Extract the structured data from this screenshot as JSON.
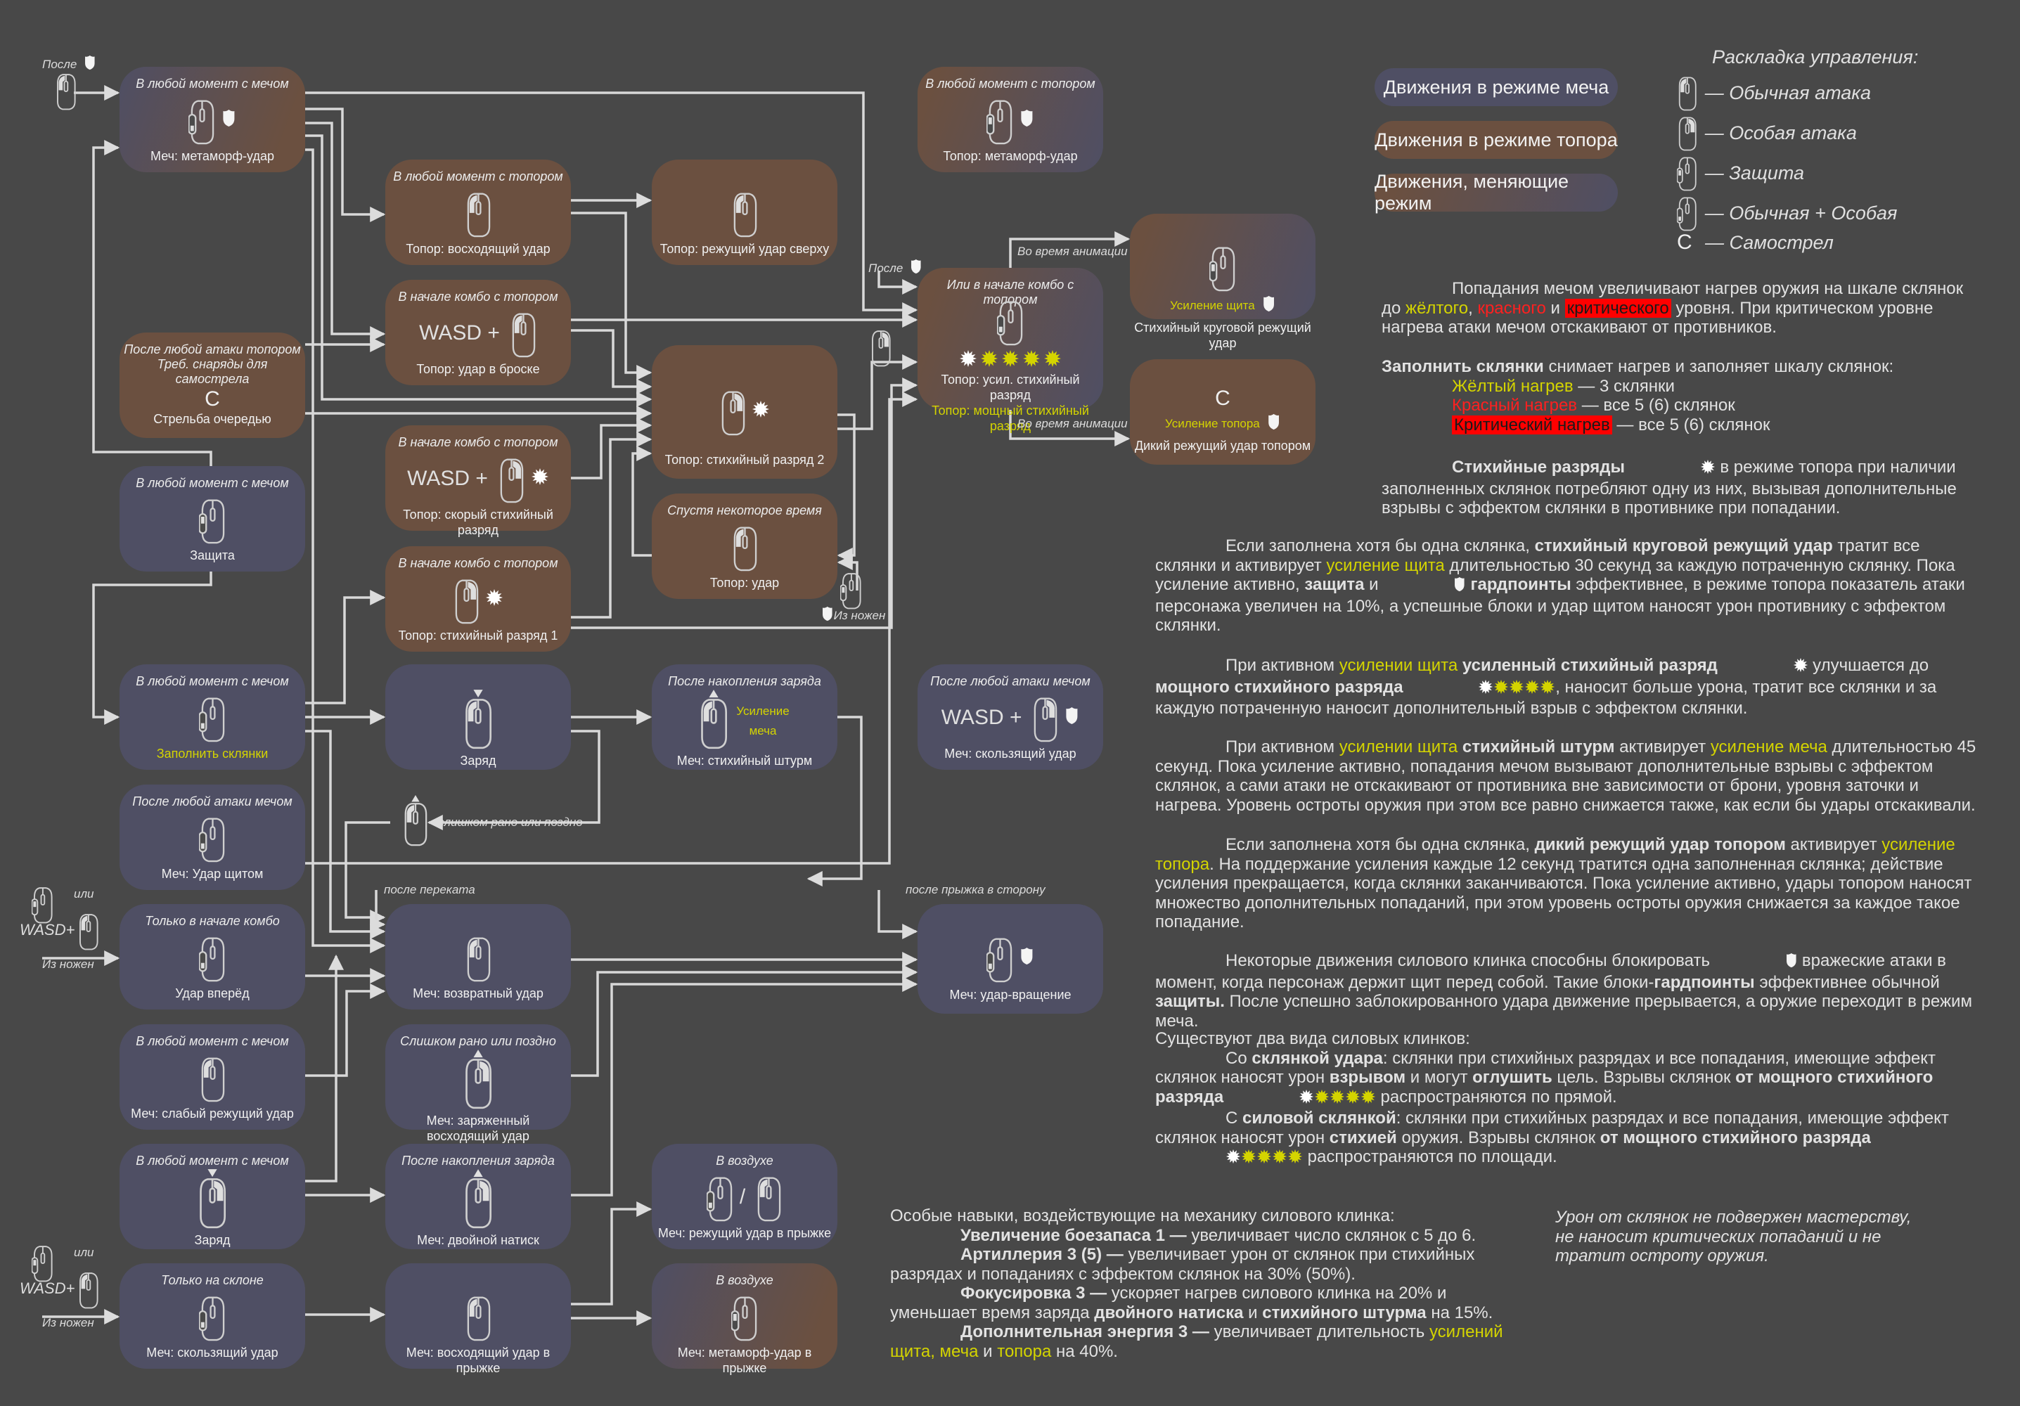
{
  "legend": {
    "modes": [
      "Движения в режиме меча",
      "Движения в режиме топора",
      "Движения, меняющие режим"
    ],
    "controls_title": "Раскладка управления:",
    "controls": [
      {
        "icon": "mouse-left-icon",
        "label": "— Обычная атака"
      },
      {
        "icon": "mouse-right-icon",
        "label": "— Особая атака"
      },
      {
        "icon": "mouse-defend-icon",
        "label": "— Защита"
      },
      {
        "icon": "mouse-combo-icon",
        "label": "— Обычная + Особая"
      },
      {
        "key": "C",
        "label": "— Самострел"
      }
    ]
  },
  "colors": {
    "sword": "#4f4f64",
    "axe": "#6b5040",
    "accent_yellow": "#d4d400",
    "red": "#ff2020",
    "background": "#484848"
  },
  "nodes": [
    {
      "mode": "s2a",
      "cond": "В любой момент с мечом",
      "icon": "combo",
      "shield": true,
      "label": "Меч: метаморф-удар"
    },
    {
      "mode": "axe",
      "cond": "После любой атаки топором",
      "cond2": "Треб. снаряды для самострела",
      "key": "C",
      "label": "Стрельба очередью"
    },
    {
      "mode": "sword",
      "cond": "В любой момент с мечом",
      "icon": "defend",
      "label": "Защита"
    },
    {
      "mode": "sword",
      "cond": "В любой момент с мечом",
      "icon": "combo",
      "ylabel": "Заполнить склянки"
    },
    {
      "mode": "sword",
      "cond": "После любой атаки мечом",
      "icon": "combo",
      "label": "Меч: Удар щитом"
    },
    {
      "mode": "sword",
      "cond": "Только в начале комбо",
      "icon": "combo",
      "label": "Удар вперёд"
    },
    {
      "mode": "sword",
      "cond": "В любой момент с мечом",
      "icon": "left",
      "label": "Меч: слабый режущий удар"
    },
    {
      "mode": "sword",
      "cond": "В любой момент с мечом",
      "icon": "right",
      "arrow": "down",
      "label": "Заряд"
    },
    {
      "mode": "sword",
      "cond": "Только на склоне",
      "icon": "combo",
      "label": "Меч: скользящий удар"
    },
    {
      "mode": "axe",
      "cond": "В любой момент с топором",
      "icon": "left",
      "label": "Топор: восходящий удар"
    },
    {
      "mode": "axe",
      "cond": "В начале комбо с топором",
      "keys": "WASD +",
      "icon": "left",
      "label": "Топор: удар в броске"
    },
    {
      "mode": "axe",
      "cond": "В начале комбо с топором",
      "keys": "WASD +",
      "icon": "right",
      "star": true,
      "label": "Топор: скорый стихийный разряд"
    },
    {
      "mode": "axe",
      "cond": "В начале комбо с топором",
      "icon": "right",
      "star": true,
      "label": "Топор: стихийный разряд 1"
    },
    {
      "mode": "sword",
      "icon": "left",
      "arrow": "down",
      "label": "Заряд"
    },
    {
      "mode": "sword",
      "icon": "left",
      "label": "Меч: возвратный удар"
    },
    {
      "mode": "sword",
      "cond": "Слишком рано или поздно",
      "icon": "right",
      "arrow": "up",
      "label": "Меч: заряженный восходящий удар"
    },
    {
      "mode": "sword",
      "cond": "После накопления заряда",
      "icon": "right",
      "arrow": "up",
      "label": "Меч: двойной натиск"
    },
    {
      "mode": "sword",
      "icon": "left",
      "label": "Меч: восходящий удар в прыжке"
    },
    {
      "mode": "axe",
      "icon": "left",
      "label": "Топор: режущий удар сверху"
    },
    {
      "mode": "axe",
      "icon": "right",
      "star": true,
      "label": "Топор: стихийный разряд 2"
    },
    {
      "mode": "axe",
      "cond": "Спустя некоторое время",
      "icon": "left",
      "label": "Топор: удар"
    },
    {
      "mode": "sword",
      "cond": "После накопления заряда",
      "icon": "left",
      "arrow": "up",
      "side": "Усиление меча",
      "label": "Меч: стихийный штурм"
    },
    {
      "mode": "sword",
      "cond": "В воздухе",
      "icon": "combo",
      "alt_sep": "/",
      "icon2": "left",
      "label": "Меч: режущий удар в прыжке"
    },
    {
      "mode": "s2a",
      "cond": "В воздухе",
      "icon": "defend",
      "label": "Меч: метаморф-удар в прыжке"
    },
    {
      "mode": "a2s",
      "cond": "В любой момент с топором",
      "icon": "defend",
      "shield": true,
      "label": "Топор: метаморф-удар"
    },
    {
      "mode": "a2s",
      "cond": "Или в начале комбо с топором",
      "icon": "combo",
      "stars5": true,
      "label": "Топор: усил. стихийный разряд",
      "ylabel": "Топор: мощный стихийный разряд"
    },
    {
      "mode": "sword",
      "cond": "После любой атаки мечом",
      "keys": "WASD +",
      "icon": "right",
      "shield": true,
      "label": "Меч: скользящий удар"
    },
    {
      "mode": "sword",
      "icon": "combo",
      "shield": true,
      "label": "Меч: удар-вращение"
    },
    {
      "mode": "a2s",
      "icon": "defend",
      "boost": "Усиление щита",
      "label": "Стихийный круговой режущий удар"
    },
    {
      "mode": "axe",
      "key": "C",
      "boost": "Усиление топора",
      "label": "Дикий режущий удар топором"
    }
  ],
  "annotations": [
    "После",
    "После",
    "Во время анимации",
    "Во время анимации",
    "Из ножен",
    "слишком рано или поздно",
    "после переката",
    "после прыжка в сторону",
    "или",
    "WASD+",
    "Из ножен",
    "или",
    "WASD+",
    "Из ножен"
  ],
  "notes": [
    [
      [
        "Попадания мечом увеличивают нагрев оружия на шкале склянок до ",
        {
          "y": "жёлтого"
        },
        ", ",
        {
          "r": "красного"
        },
        " и ",
        {
          "crit": "критического"
        },
        " уровня. При критическом уровне нагрева атаки мечом отскакивают от противников."
      ]
    ],
    [
      [
        {
          "b": "Заполнить склянки"
        },
        " снимает нагрев и заполняет шкалу склянок:"
      ],
      [
        {
          "y": "Жёлтый нагрев"
        },
        "  — 3 склянки"
      ],
      [
        {
          "r": "Красный нагрев"
        },
        "  — все 5 (6) склянок"
      ],
      [
        {
          "crit": "Критический нагрев"
        },
        " — все 5 (6) склянок"
      ]
    ],
    [
      [
        {
          "b": "Стихийные разряды"
        },
        " ",
        {
          "icon": "star"
        },
        " в режиме топора при наличии заполненных склянок потребляют одну из них, вызывая дополнительные взрывы с эффектом склянки в противнике при попадании."
      ]
    ],
    [
      [
        "Если заполнена хотя бы одна склянка, ",
        {
          "b": "стихийный круговой режущий удар"
        },
        " тратит все склянки и активирует ",
        {
          "y": "усиление щита"
        },
        " длительностью 30 секунд за каждую потраченную склянку. Пока усиление активно, ",
        {
          "b": "защита"
        },
        " и ",
        {
          "icon": "shield"
        },
        " ",
        {
          "b": "гардпоинты"
        },
        " эффективнее, в режиме топора показатель атаки персонажа увеличен на 10%, а успешные блоки и удар щитом наносят урон противнику с эффектом склянки."
      ]
    ],
    [
      [
        "При активном ",
        {
          "y": "усилении щита"
        },
        " ",
        {
          "b": "усиленный стихийный разряд"
        },
        " ",
        {
          "icon": "star"
        },
        " улучшается до ",
        {
          "b": "мощного стихийного разряда"
        },
        " ",
        {
          "icon": "stars5"
        },
        ", наносит больше урона, тратит все склянки и за каждую потраченную наносит дополнительный взрыв с эффектом склянки."
      ]
    ],
    [
      [
        "При активном ",
        {
          "y": "усилении щита"
        },
        " ",
        {
          "b": "стихийный штурм"
        },
        " активирует ",
        {
          "y": "усиление меча"
        },
        " длительностью 45 секунд. Пока усиление активно, попадания мечом вызывают дополнительные взрывы с эффектом склянок, а сами атаки не отскакивают от противника вне зависимости от брони, уровня заточки и нагрева. Уровень остроты оружия при этом все равно снижается также, как если бы удары отскакивали."
      ]
    ],
    [
      [
        "Если заполнена хотя бы одна склянка, ",
        {
          "b": "дикий режущий удар топором"
        },
        " активирует ",
        {
          "y": "усиление топора"
        },
        ". На поддержание усиления каждые 12 секунд тратится одна заполненная склянка; действие усиления прекращается, когда склянки заканчиваются. Пока усиление активно, удары топором наносят множество дополнительных попаданий, при этом уровень остроты оружия снижается за каждое такое попадание."
      ]
    ],
    [
      [
        "Некоторые движения силового клинка способны блокировать ",
        {
          "icon": "shield"
        },
        " вражеские атаки в момент, когда персонаж держит щит перед собой. Такие блоки-",
        {
          "b": "гардпоинты"
        },
        " эффективнее обычной ",
        {
          "b": "защиты."
        },
        " После успешно заблокированного удара движение прерывается, а оружие переходит в режим меча."
      ]
    ],
    [
      [
        "Существуют два вида силовых клинков:"
      ],
      [
        "Со ",
        {
          "b": "склянкой удара"
        },
        ": склянки при стихийных разрядах и все попадания, имеющие эффект склянок наносят урон ",
        {
          "b": "взрывом"
        },
        " и могут ",
        {
          "b": "оглушить"
        },
        " цель. Взрывы склянок ",
        {
          "b": "от мощного стихийного разряда"
        },
        " ",
        {
          "icon": "stars5"
        },
        " распространяются по прямой."
      ],
      [
        "С ",
        {
          "b": "силовой склянкой"
        },
        ": склянки при стихийных разрядах и все попадания, имеющие эффект склянок наносят урон ",
        {
          "b": "стихией"
        },
        " оружия. Взрывы склянок ",
        {
          "b": "от мощного стихийного разряда"
        },
        " ",
        {
          "icon": "stars5"
        },
        " распространяются по площади."
      ]
    ],
    [
      [
        "Особые навыки, воздействующие на механику силового клинка:"
      ],
      [
        {
          "b": "Увеличение боезапаса 1 —"
        },
        " увеличивает число склянок с 5 до 6."
      ],
      [
        {
          "b": "Артиллерия 3 (5) —"
        },
        " увеличивает урон от склянок при стихийных разрядах и попаданиях с эффектом склянок на 30% (50%)."
      ],
      [
        {
          "b": "Фокусировка 3 —"
        },
        " ускоряет нагрев силового клинка на 20% и уменьшает время заряда ",
        {
          "b": "двойного натиска"
        },
        " и ",
        {
          "b": "стихийного штурма"
        },
        " на 15%."
      ],
      [
        {
          "b": "Дополнительная энергия 3 —"
        },
        " увеличивает длительность ",
        {
          "y": "усилений щита, меча"
        },
        " и ",
        {
          "y": "топора"
        },
        " на 40%."
      ]
    ],
    [
      [
        "Урон от склянок не подвержен мастерству,"
      ],
      [
        "не наносит критических попаданий и не"
      ],
      [
        "тратит остроту оружия."
      ]
    ]
  ]
}
